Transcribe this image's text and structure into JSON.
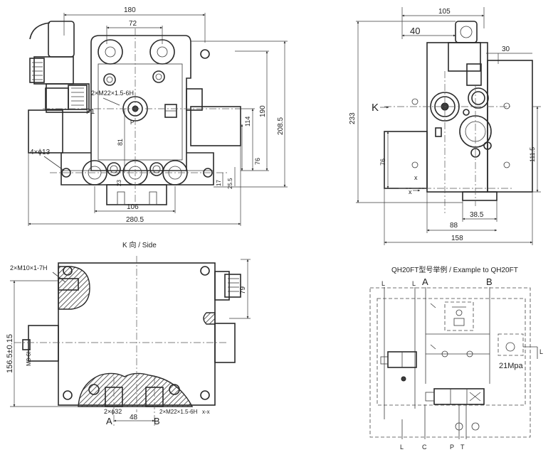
{
  "front_view": {
    "dims": {
      "w180": "180",
      "w72": "72",
      "w106": "106",
      "w280_5": "280.5",
      "h114": "114",
      "h190": "190",
      "h208_5": "208.5",
      "h76": "76",
      "h81": "81",
      "h17": "17",
      "h25_5": "25.5",
      "h23": "23"
    },
    "labels": {
      "thread": "2×M22×1.5-6H",
      "port_p1": "P1",
      "port_p": "P",
      "holes": "4×ϕ13"
    }
  },
  "right_view": {
    "dims": {
      "w105": "105",
      "w40": "40",
      "w30": "30",
      "h233": "233",
      "h76": "76",
      "h111_5": "111.5",
      "w38_5": "38.5",
      "w88": "88",
      "w158": "158"
    },
    "labels": {
      "k_arrow": "K",
      "x_mark": "x",
      "x_mark2": "x"
    }
  },
  "side_view": {
    "title": "K 向 / Side",
    "dims": {
      "h79": "79",
      "h156_5": "156.5±0.15",
      "w48": "48"
    },
    "labels": {
      "thread_top": "2×M10×1-7H",
      "thread_side": "M8-6H",
      "holes_bottom": "2×ϕ32",
      "thread_bottom": "2×M22×1.5-6H",
      "section": "x-x",
      "port_a": "A",
      "port_b": "B"
    }
  },
  "schematic": {
    "title": "QH20FT型号举例 / Example to QH20FT",
    "labels": {
      "l1": "L",
      "l2": "L",
      "a": "A",
      "b": "B",
      "pressure": "21Mpa",
      "l_right": "L",
      "l_bottom": "L",
      "c": "C",
      "p": "P",
      "t": "T"
    }
  }
}
